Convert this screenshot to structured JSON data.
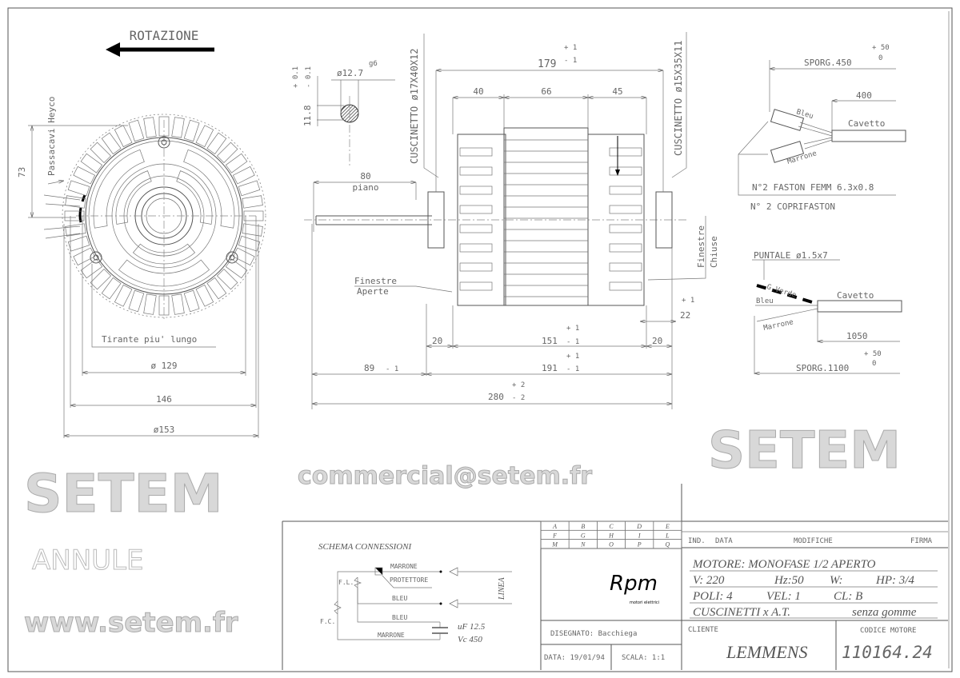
{
  "rotation": {
    "label": "ROTAZIONE",
    "direction": "left"
  },
  "end_view": {
    "cable_gland": "Passacavi Heyco",
    "dim_73": "73",
    "longest_tie_rod": "Tirante piu' lungo",
    "dim_129": "ø 129",
    "dim_146": "146",
    "dim_153": "ø153"
  },
  "shaft_section": {
    "diameter": "ø12.7",
    "fit": "g6",
    "height": "11.8",
    "tol_plus": "+ 0.1",
    "tol_minus": "- 0.1"
  },
  "side_view": {
    "bearing_front": "CUSCINETTO ø17X40X12",
    "bearing_rear": "CUSCINETTO ø15X35X11",
    "overall": "179",
    "overall_tol_plus": "+ 1",
    "overall_tol_minus": "- 1",
    "d40": "40",
    "d66": "66",
    "d45": "45",
    "flat_length": "80",
    "flat_label": "piano",
    "open_windows_1": "Finestre",
    "open_windows_2": "Aperte",
    "closed_windows_1": "Finestre",
    "closed_windows_2": "Chiuse",
    "d22": "22",
    "d22_tol": "+ 1",
    "d20_left": "20",
    "d20_right": "20",
    "d151": "151",
    "d151_tol_plus": "+ 1",
    "d151_tol_minus": "- 1",
    "d191": "191",
    "d191_tol_plus": "+ 1",
    "d191_tol_minus": "- 1",
    "d89": "89",
    "d89_tol": "- 1",
    "d280": "280",
    "d280_tol_plus": "+ 2",
    "d280_tol_minus": "- 2"
  },
  "leads_top": {
    "sporg": "SPORG.450",
    "tol_plus": "+ 50",
    "tol_minus": "0",
    "length": "400",
    "wire1": "Bleu",
    "wire2": "Marrone",
    "cable": "Cavetto",
    "note1": "N°2 FASTON FEMM 6.3x0.8",
    "note2": "N° 2 COPRIFASTON"
  },
  "leads_bottom": {
    "tip": "PUNTALE ø1.5x7",
    "wire1": "G.Verde",
    "wire2": "Bleu",
    "wire3": "Marrone",
    "cable": "Cavetto",
    "length": "1050",
    "tol_plus": "+ 50",
    "tol_minus": "0",
    "sporg": "SPORG.1100"
  },
  "schema": {
    "title": "SCHEMA CONNESSIONI",
    "marrone_top": "MARRONE",
    "protector": "PROTETTORE",
    "bleu1": "BLEU",
    "bleu2": "BLEU",
    "marrone_bottom": "MARRONE",
    "fl": "F.L.",
    "fc": "F.C.",
    "line": "LINEA",
    "capacitance": "uF 12.5",
    "voltage": "Vc 450"
  },
  "title_block": {
    "grid": [
      [
        "A",
        "B",
        "C",
        "D",
        "E"
      ],
      [
        "F",
        "G",
        "H",
        "I",
        "L"
      ],
      [
        "M",
        "N",
        "O",
        "P",
        "Q"
      ]
    ],
    "rev_ind": "IND.",
    "rev_date": "DATA",
    "rev_mods": "MODIFICHE",
    "rev_sign": "FIRMA",
    "logo": "Rpm",
    "logo_sub": "motori elettrici",
    "motor": "MOTORE: MONOFASE 1/2 APERTO",
    "v": "V: 220",
    "hz": "Hz:50",
    "w": "W:",
    "hp": "HP: 3/4",
    "poles": "POLI: 4",
    "speed": "VEL: 1",
    "class": "CL: B",
    "bearings": "CUSCINETTI x A.T.",
    "rubber": "senza gomme",
    "drawn_by": "DISEGNATO:  Bacchiega",
    "date": "DATA: 19/01/94",
    "scale": "SCALA: 1:1",
    "client_label": "CLIENTE",
    "client": "LEMMENS",
    "code_label": "CODICE MOTORE",
    "code": "110164.24"
  },
  "watermark": {
    "url": "www.setem.fr",
    "brand1": "SETEM",
    "brand2": "SETEM",
    "email": "commercial@setem.fr",
    "stamp": "ANNULE"
  }
}
